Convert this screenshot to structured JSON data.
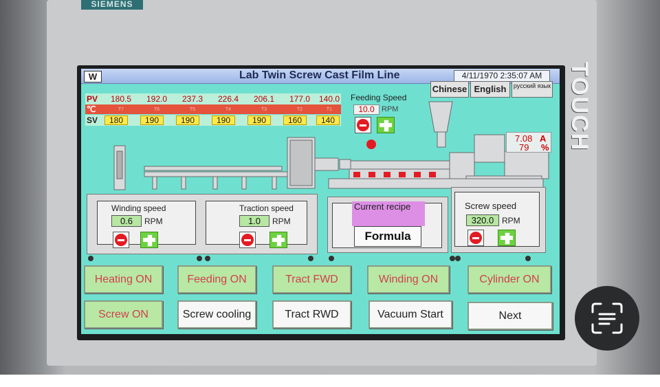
{
  "device": {
    "brand": "SIEMENS",
    "side_text": "TOUCH"
  },
  "header": {
    "logo": "W",
    "title": "Lab Twin Screw Cast Film Line",
    "datetime": "4/11/1970 2:35:07 AM"
  },
  "languages": [
    "Chinese",
    "English",
    "русский язык"
  ],
  "temperatures": {
    "pv_label": "PV",
    "unit_label": "℃",
    "sv_label": "SV",
    "pv": [
      "180.5",
      "192.0",
      "237.3",
      "226.4",
      "206.1",
      "177.0",
      "140.0"
    ],
    "zones": [
      "T7",
      "T6",
      "T5",
      "T4",
      "T3",
      "T2",
      "T1"
    ],
    "sv": [
      "180",
      "190",
      "190",
      "190",
      "190",
      "160",
      "140"
    ]
  },
  "feeding": {
    "label": "Feeding Speed",
    "value": "10.0",
    "unit": "RPM"
  },
  "motor": {
    "current": "7.08",
    "current_unit": "A",
    "load": "79",
    "load_unit": "%"
  },
  "winding": {
    "label": "Winding speed",
    "value": "0.6",
    "unit": "RPM"
  },
  "traction": {
    "label": "Traction speed",
    "value": "1.0",
    "unit": "RPM"
  },
  "recipe": {
    "label": "Current recipe",
    "button": "Formula"
  },
  "screw": {
    "label": "Screw speed",
    "value": "320.0",
    "unit": "RPM"
  },
  "buttons_row1": [
    "Heating ON",
    "Feeding ON",
    "Tract FWD",
    "Winding ON",
    "Cylinder ON"
  ],
  "buttons_row2": [
    "Screw ON",
    "Screw cooling",
    "Tract RWD",
    "Vacuum Start",
    "Next"
  ],
  "colors": {
    "screen_bg": "#6fe0d0",
    "button_green": "#b8e8a3",
    "alarm_red": "#e31b23",
    "sv_yellow": "#ffe94a"
  },
  "icons": {
    "minus": "minus-circle-icon",
    "plus": "plus-icon",
    "ocr": "text-scan-icon"
  }
}
